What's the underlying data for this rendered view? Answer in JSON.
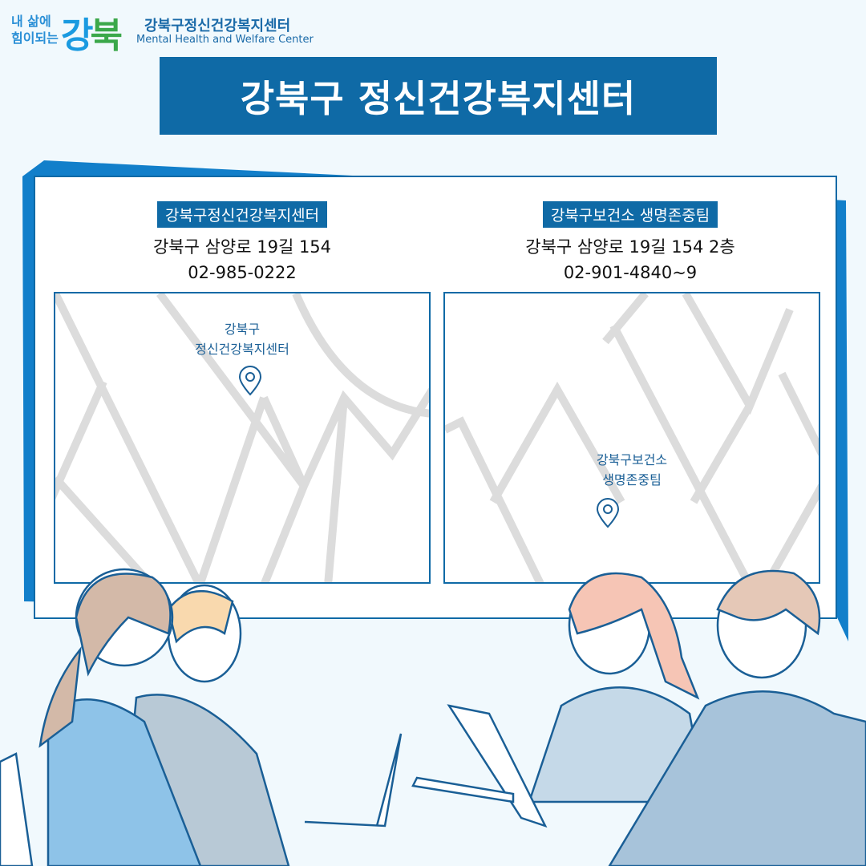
{
  "header": {
    "slogan_line1": "내 삶에",
    "slogan_line2": "힘이되는",
    "brand_ga": "강",
    "brand_buk": "북",
    "org_name": "강북구정신건강복지센터",
    "org_name_en": "Mental Health and Welfare Center"
  },
  "title": "강북구 정신건강복지센터",
  "locations": [
    {
      "name": "강북구정신건강복지센터",
      "address": "강북구 삼양로 19길 154",
      "phone": "02-985-0222",
      "map_label_1": "강북구",
      "map_label_2": "정신건강복지센터",
      "icon": "map-pin-icon"
    },
    {
      "name": "강북구보건소 생명존중팀",
      "address": "강북구 삼양로 19길 154 2층",
      "phone": "02-901-4840~9",
      "map_label_1": "강북구보건소",
      "map_label_2": "생명존중팀",
      "icon": "map-pin-icon"
    }
  ],
  "colors": {
    "primary": "#0f6aa6",
    "background": "#f1f9fd"
  }
}
